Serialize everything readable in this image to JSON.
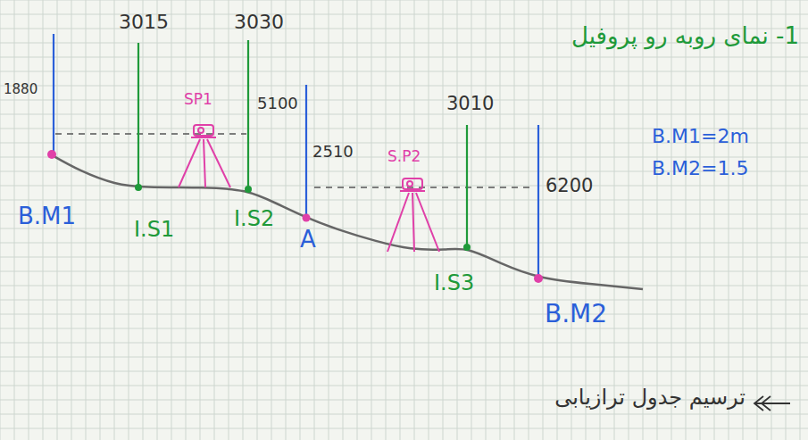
{
  "diagram": {
    "labels": [
      "3015",
      "3030",
      "1880",
      "5100",
      "2510",
      "3010",
      "6200",
      "SP1",
      "S.P2",
      "B.M1",
      "I.S1",
      "I.S2",
      "A",
      "I.S3",
      "B.M2",
      "B.M1=2m",
      "B.M2=1.5",
      "1- نمای روبه رو پروفیل",
      "ترسیم جدول ترازیابی"
    ]
  }
}
